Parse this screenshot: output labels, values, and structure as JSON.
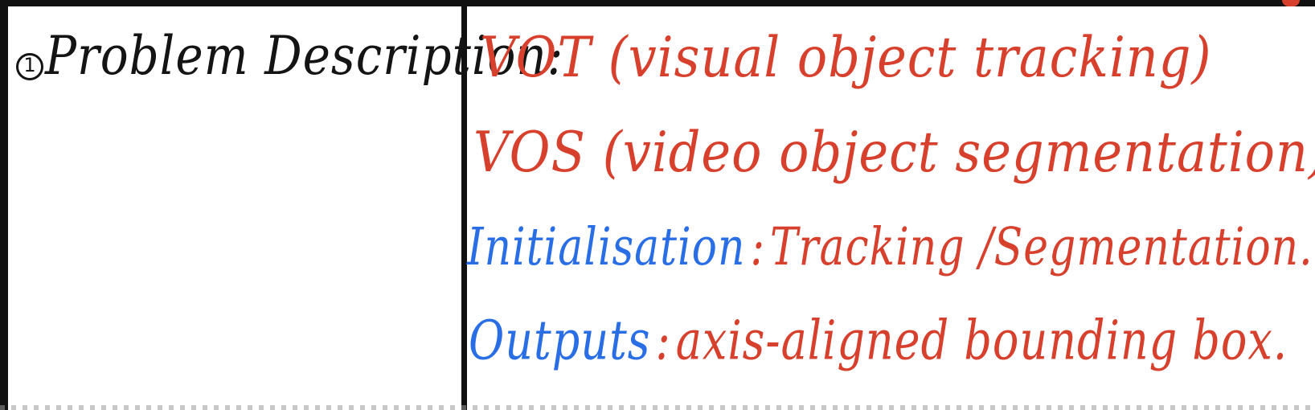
{
  "table": {
    "label_cell": {
      "circled_number": "1",
      "label": "Problem Description:"
    },
    "content_cell": {
      "line1": "VOT (visual object tracking)",
      "line2": "VOS (video object segmentation)",
      "line3": {
        "key": "Initialisation",
        "sep": ":",
        "value": "Tracking /Segmentation."
      },
      "line4": {
        "key": "Outputs",
        "sep": ":",
        "value": "axis-aligned bounding box."
      }
    }
  },
  "colors": {
    "ink_black": "#141414",
    "ink_red": "#d6402c",
    "ink_blue": "#2a6ee6",
    "rule": "#111111",
    "background": "#ffffff"
  }
}
